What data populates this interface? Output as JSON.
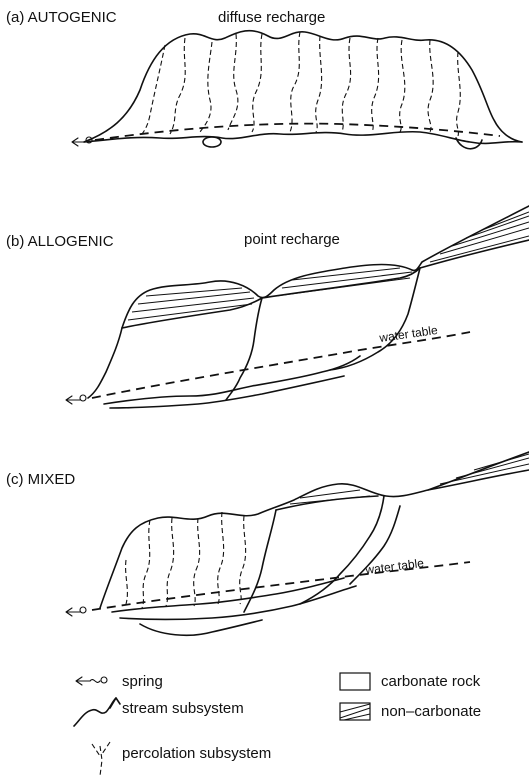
{
  "panels": [
    {
      "title": "(a) AUTOGENIC",
      "recharge": "diffuse recharge"
    },
    {
      "title": "(b) ALLOGENIC",
      "recharge": "point recharge",
      "water_table": "water table"
    },
    {
      "title": "(c) MIXED",
      "water_table": "water table"
    }
  ],
  "legend": {
    "spring": "spring",
    "stream": "stream subsystem",
    "percolation": "percolation subsystem",
    "carbonate": "carbonate rock",
    "non_carbonate": "non–carbonate"
  }
}
